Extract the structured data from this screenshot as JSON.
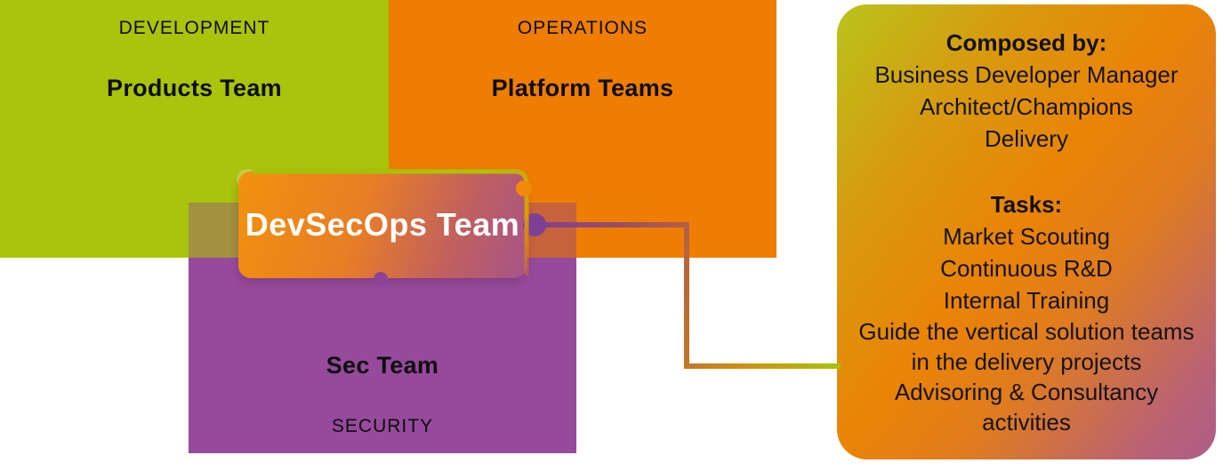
{
  "diagram": {
    "development": {
      "zone": "DEVELOPMENT",
      "team": "Products Team",
      "color": "#a9c40b"
    },
    "operations": {
      "zone": "OPERATIONS",
      "team": "Platform Teams",
      "color": "#ee7d01"
    },
    "security": {
      "zone": "SECURITY",
      "team": "Sec Team",
      "color": "#964a9c"
    },
    "devsecops": {
      "title": "DevSecOps Team",
      "gradient_start": "#f1920d",
      "gradient_end": "#a65489"
    },
    "panel": {
      "composed_header": "Composed by:",
      "composed_items": [
        "Business Developer Manager",
        "Architect/Champions",
        "Delivery"
      ],
      "tasks_header": "Tasks:",
      "tasks_items": [
        "Market Scouting",
        "Continuous R&D",
        "Internal Training",
        "Guide the vertical solution teams in the delivery projects",
        "Advisoring & Consultancy activities"
      ],
      "gradient_start": "#b9c41c",
      "gradient_end": "#ae5d86"
    },
    "overlap_colors": {
      "development_security": "#a19140",
      "operations_security": "#c6633c"
    },
    "connector_colors": {
      "start": "#7e4092",
      "middle": "#bb6a33",
      "end": "#a7c30b"
    }
  }
}
